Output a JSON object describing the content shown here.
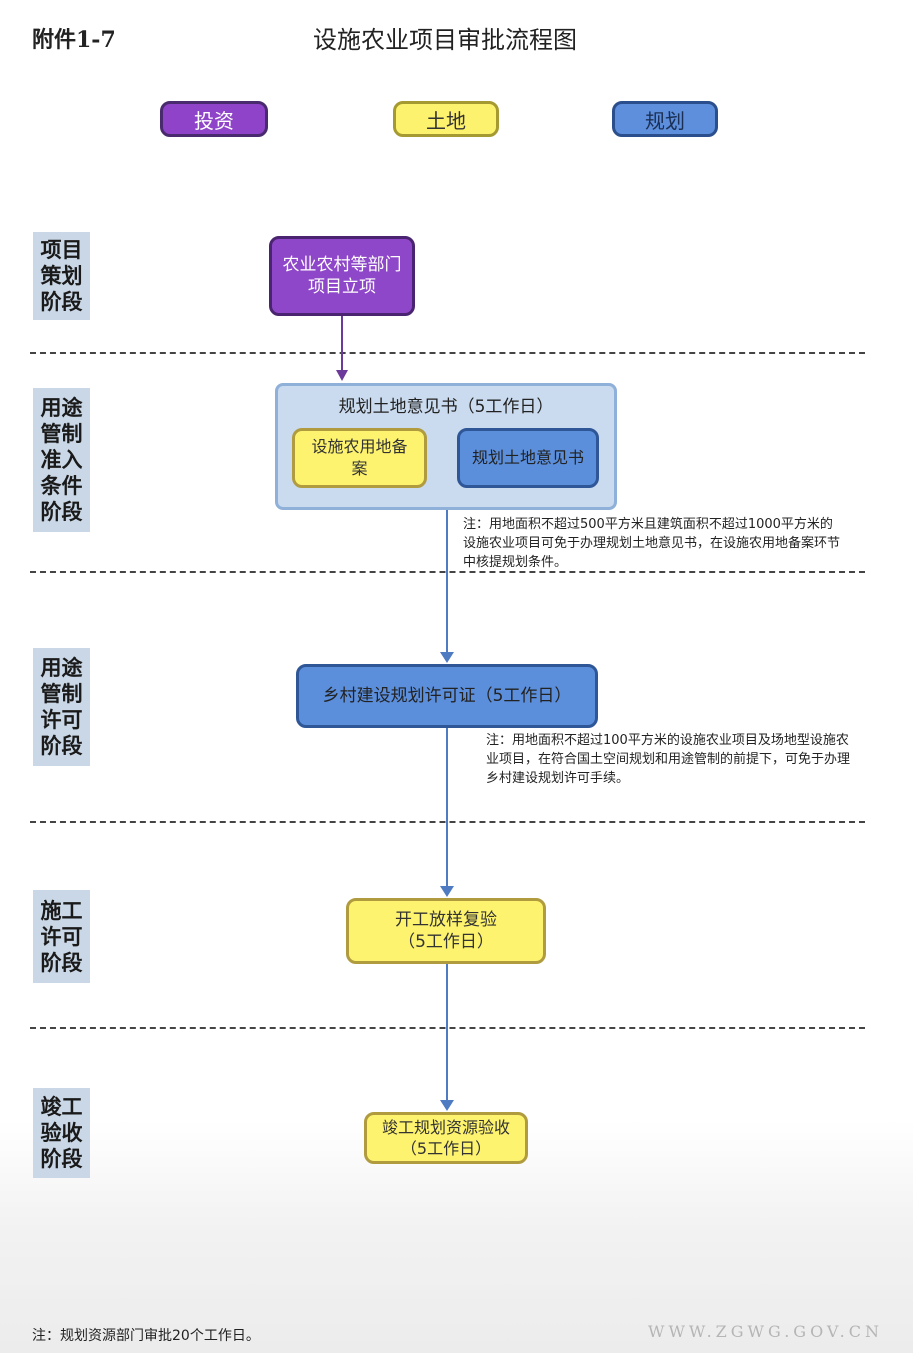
{
  "header": {
    "attachment": "附件1-7",
    "title": "设施农业项目审批流程图"
  },
  "legend": [
    {
      "label": "投资",
      "color": "#8e43c8"
    },
    {
      "label": "土地",
      "color": "#fdf26d"
    },
    {
      "label": "规划",
      "color": "#5d8fdc"
    }
  ],
  "stages": [
    "项目策划阶段",
    "用途管制准入条件阶段",
    "用途管制许可阶段",
    "施工许可阶段",
    "竣工验收阶段"
  ],
  "nodes": {
    "project_approval": "农业农村等部门项目立项",
    "opinion_group": "规划土地意见书（5工作日）",
    "facility_filing": "设施农用地备案",
    "opinion_letter": "规划土地意见书",
    "rural_permit": "乡村建设规划许可证（5工作日）",
    "layout_check_title": "开工放样复验",
    "layout_check_days": "（5工作日）",
    "completion_title": "竣工规划资源验收",
    "completion_days": "（5工作日）"
  },
  "notes": {
    "note1": "注：用地面积不超过500平方米且建筑面积不超过1000平方米的设施农业项目可免于办理规划土地意见书，在设施农用地备案环节中核提规划条件。",
    "note2": "注：用地面积不超过100平方米的设施农业项目及场地型设施农业项目，在符合国土空间规划和用途管制的前提下，可免于办理乡村建设规划许可手续。"
  },
  "footer": "注：规划资源部门审批20个工作日。",
  "watermark": "WWW.ZGWG.GOV.CN"
}
